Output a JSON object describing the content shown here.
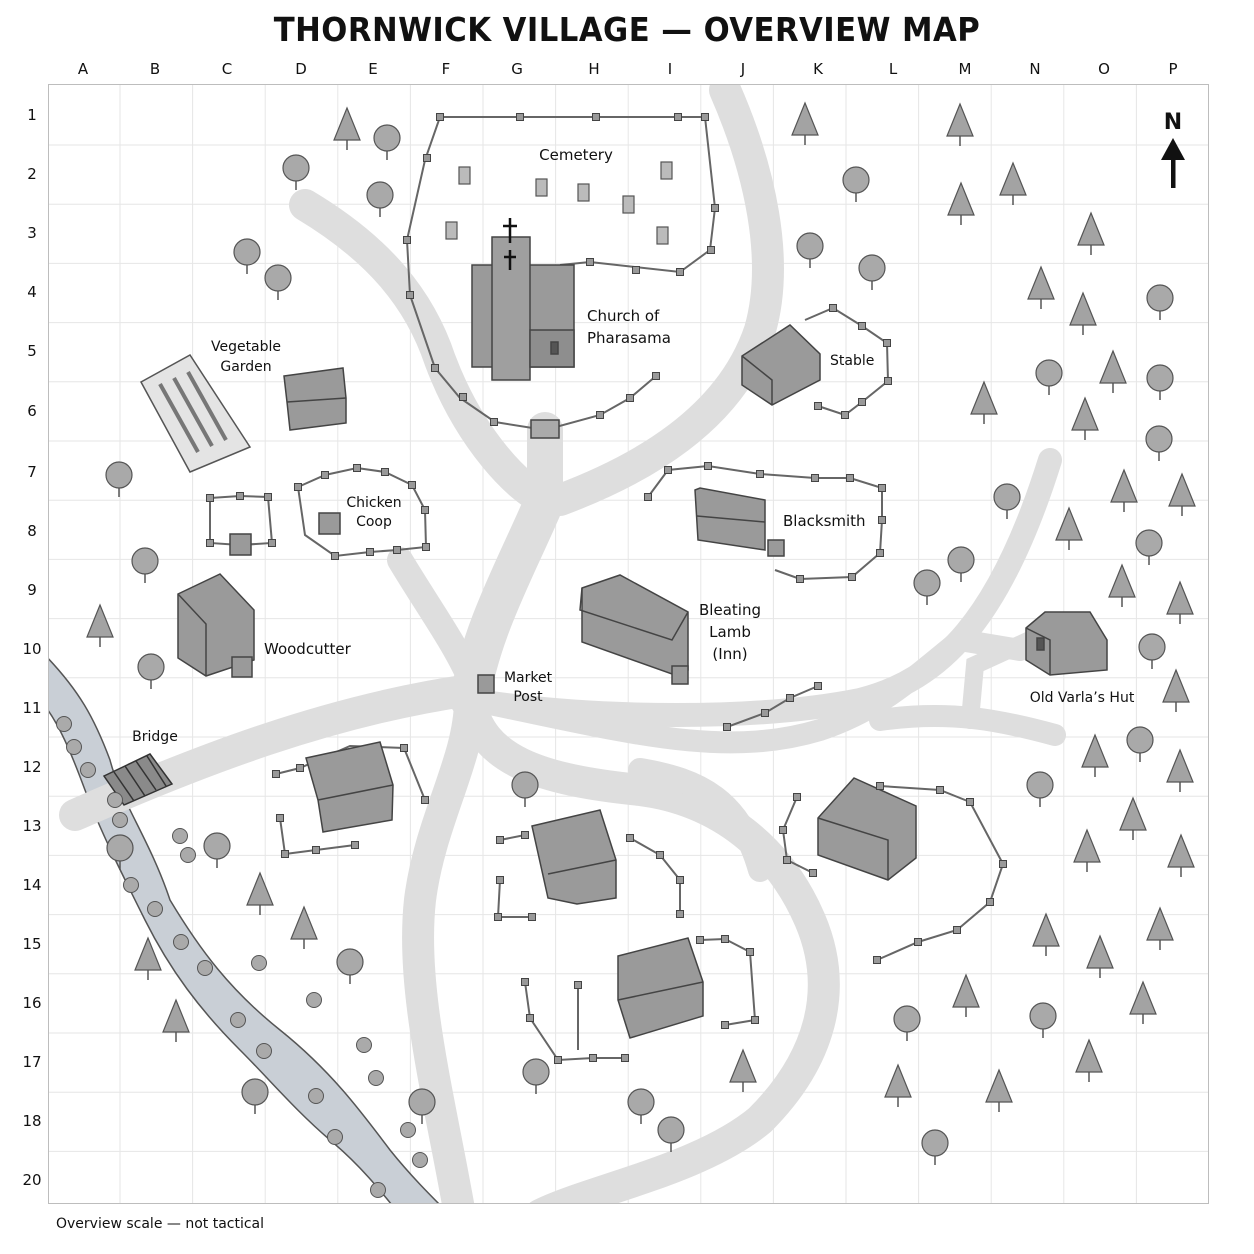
{
  "title": "THORNWICK VILLAGE — OVERVIEW MAP",
  "columns": [
    "A",
    "B",
    "C",
    "D",
    "E",
    "F",
    "G",
    "H",
    "I",
    "J",
    "K",
    "L",
    "M",
    "N",
    "O",
    "P"
  ],
  "rows": [
    "1",
    "2",
    "3",
    "4",
    "5",
    "6",
    "7",
    "8",
    "9",
    "10",
    "11",
    "12",
    "13",
    "14",
    "15",
    "16",
    "17",
    "18",
    "20"
  ],
  "compass": {
    "letter": "N",
    "icon": "north-arrow-icon"
  },
  "locations": {
    "cemetery": "Cemetery",
    "church_line1": "Church of",
    "church_line2": "Pharasama",
    "stable": "Stable",
    "garden_line1": "Vegetable",
    "garden_line2": "Garden",
    "coop_line1": "Chicken",
    "coop_line2": "Coop",
    "blacksmith": "Blacksmith",
    "inn_line1": "Bleating",
    "inn_line2": "Lamb",
    "inn_line3": "(Inn)",
    "woodcutter": "Woodcutter",
    "market_line1": "Market",
    "market_line2": "Post",
    "hut": "Old Varla’s Hut",
    "bridge": "Bridge"
  },
  "footer": "Overview scale — not tactical",
  "colors": {
    "road": "#dedede",
    "river": "#c9cfd6",
    "building": "#9a9a9a",
    "tree": "#a3a3a3",
    "grid": "#e6e6e6"
  }
}
